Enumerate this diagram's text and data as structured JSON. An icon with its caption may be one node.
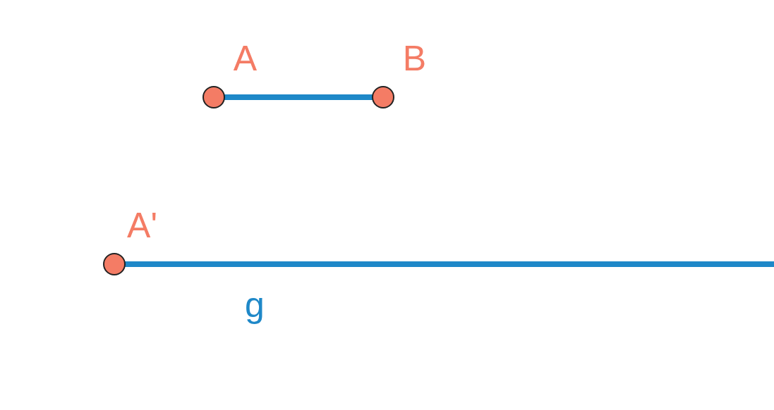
{
  "diagram": {
    "nodes": [
      {
        "text": [
          "A"
        ]
      },
      {
        "text": [
          "B"
        ]
      },
      {
        "text": [
          "A'"
        ]
      }
    ],
    "edges": [
      {
        "from": 0,
        "to": 1,
        "arrow": "none"
      },
      {
        "from": 2,
        "to": null,
        "arrow": "none",
        "label": "g"
      }
    ]
  }
}
